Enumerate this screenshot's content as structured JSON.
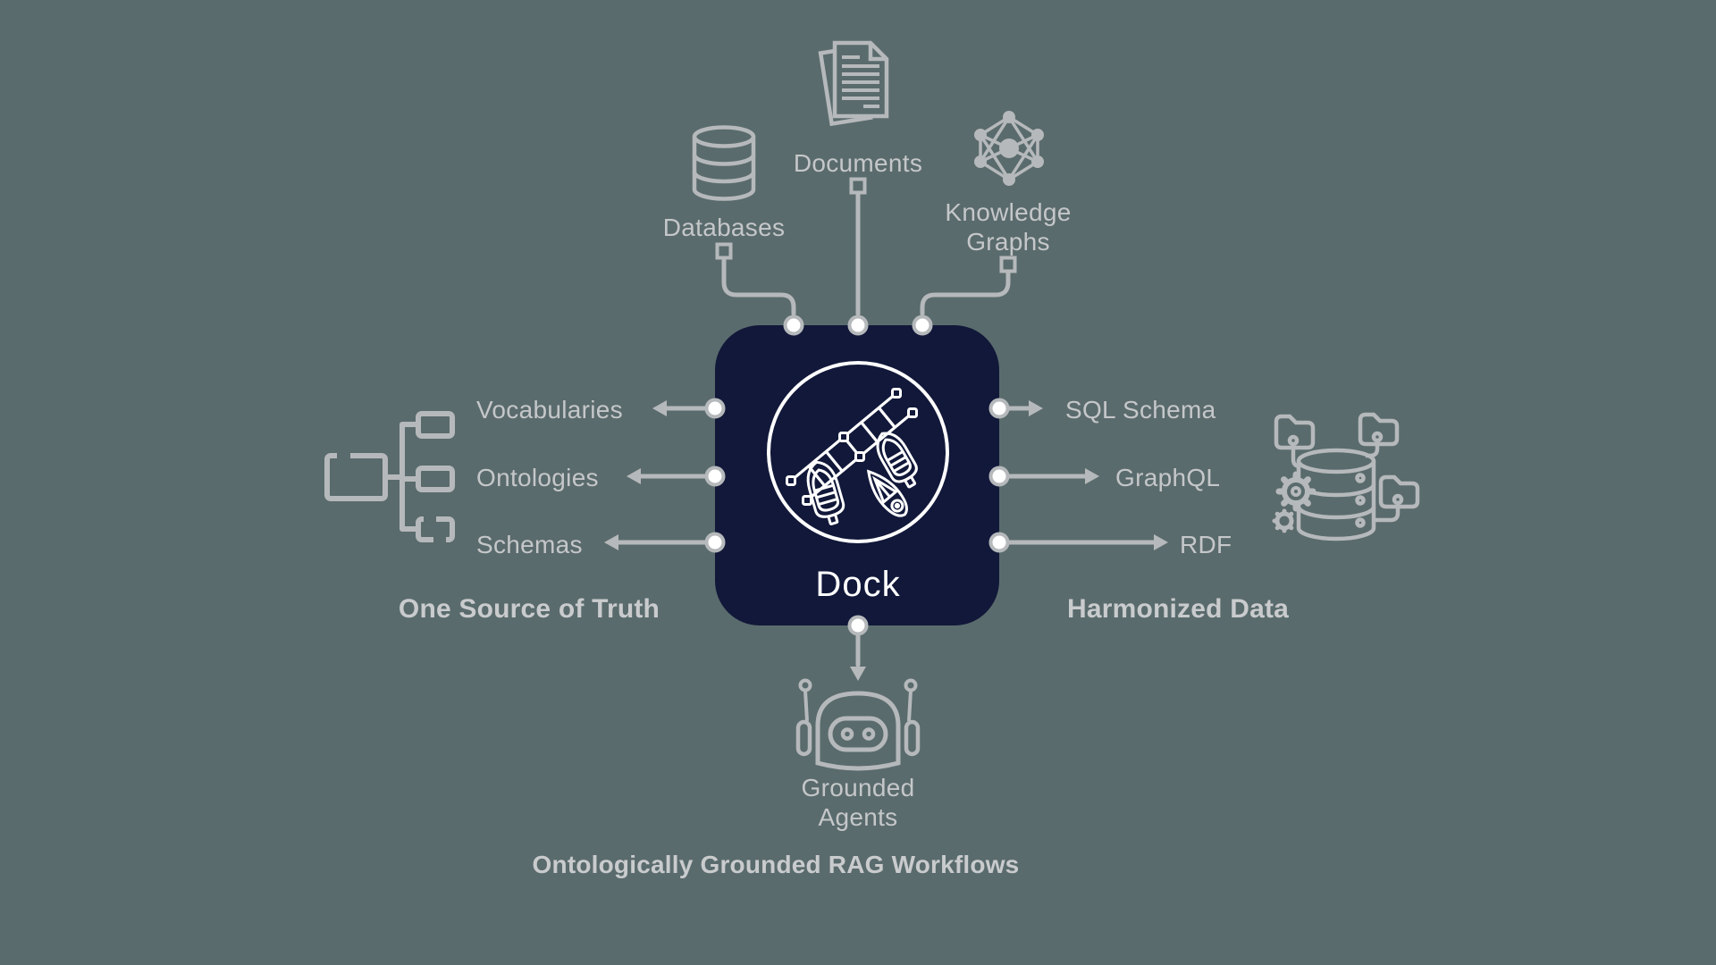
{
  "diagram": {
    "title": "Dock",
    "colors": {
      "background": "#5a6b6d",
      "dock_box": "#111839",
      "line_gray": "#b6b9bb",
      "text_gray": "#c5c7c9",
      "white": "#ffffff"
    },
    "center": {
      "label": "Dock",
      "icon": "dock-boats-icon"
    },
    "sources": [
      {
        "label": "Databases",
        "icon": "database-cylinder-icon"
      },
      {
        "label": "Documents",
        "icon": "documents-icon"
      },
      {
        "label": "Knowledge Graphs",
        "icon": "knowledge-graph-icon"
      }
    ],
    "left": {
      "caption": "One Source of Truth",
      "icon": "taxonomy-tree-icon",
      "items": [
        {
          "label": "Vocabularies"
        },
        {
          "label": "Ontologies"
        },
        {
          "label": "Schemas"
        }
      ]
    },
    "right": {
      "caption": "Harmonized Data",
      "icon": "database-folders-gears-icon",
      "items": [
        {
          "label": "SQL Schema"
        },
        {
          "label": "GraphQL"
        },
        {
          "label": "RDF"
        }
      ]
    },
    "bottom": {
      "label": "Grounded Agents",
      "caption": "Ontologically Grounded RAG Workflows",
      "icon": "robot-agent-icon"
    }
  }
}
